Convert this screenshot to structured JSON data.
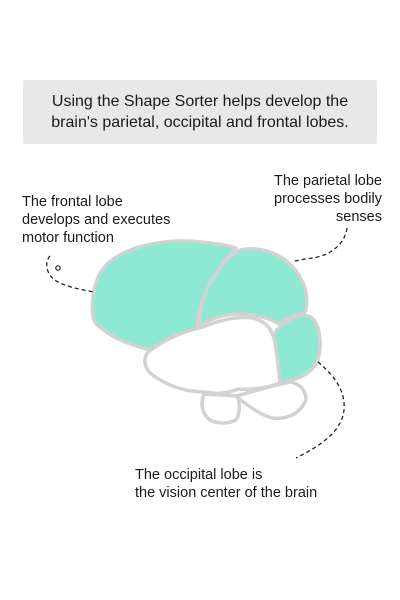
{
  "headline": {
    "line1": "Using the Shape Sorter helps develop the",
    "line2": "brain's parietal, occipital and frontal lobes."
  },
  "callouts": {
    "frontal": [
      "The frontal lobe",
      "develops and executes",
      "motor function"
    ],
    "parietal": [
      "The parietal lobe",
      "processes bodily",
      "senses"
    ],
    "occipital": [
      "The occipital lobe is",
      "the vision center of the brain"
    ]
  },
  "colors": {
    "lobe_fill": "#8de8d4",
    "outline": "#d2d2d2",
    "headline_bg": "#e8e8e8",
    "text": "#1a1a1a"
  }
}
